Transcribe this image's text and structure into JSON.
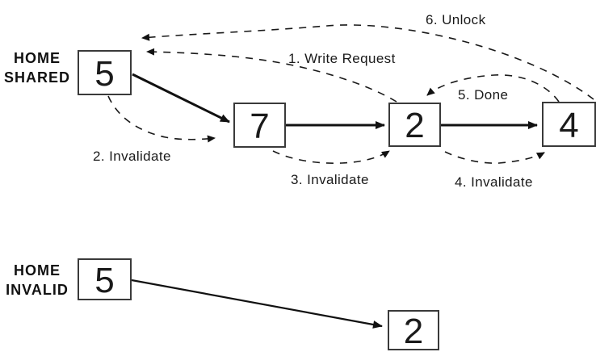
{
  "figure": {
    "background": "#ffffff",
    "line_color": "#1a1a1a",
    "box_border_color": "#3a3a3a",
    "box_fill": "#ffffff"
  },
  "sections": [
    {
      "label_line1": "HOME",
      "label_line2": "SHARED",
      "nodes": [
        "5",
        "7",
        "2",
        "4"
      ]
    },
    {
      "label_line1": "HOME",
      "label_line2": "INVALID",
      "nodes": [
        "5",
        "2"
      ]
    }
  ],
  "solid_arrows": [
    {
      "section": "home-shared",
      "from": "5",
      "to": "7"
    },
    {
      "section": "home-shared",
      "from": "7",
      "to": "2"
    },
    {
      "section": "home-shared",
      "from": "2",
      "to": "4"
    },
    {
      "section": "home-invalid",
      "from": "5",
      "to": "2"
    }
  ],
  "messages": [
    {
      "label": "1. Write Request",
      "from": "2",
      "to": "5",
      "style": "dashed"
    },
    {
      "label": "2. Invalidate",
      "from": "5",
      "to": "7",
      "style": "dashed"
    },
    {
      "label": "3. Invalidate",
      "from": "7",
      "to": "2",
      "style": "dashed"
    },
    {
      "label": "4. Invalidate",
      "from": "2",
      "to": "4",
      "style": "dashed"
    },
    {
      "label": "5. Done",
      "from": "4",
      "to": "2",
      "style": "dashed"
    },
    {
      "label": "6. Unlock",
      "from": "4",
      "to": "5",
      "style": "dashed"
    }
  ]
}
